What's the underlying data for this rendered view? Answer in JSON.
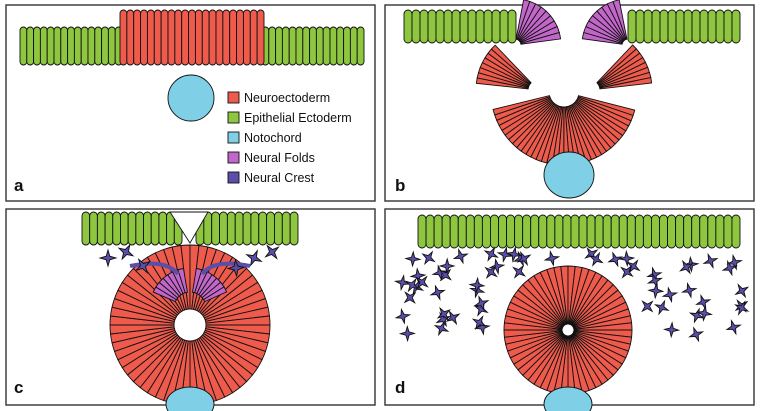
{
  "panels": [
    {
      "id": "a",
      "letter": "a"
    },
    {
      "id": "b",
      "letter": "b"
    },
    {
      "id": "c",
      "letter": "c"
    },
    {
      "id": "d",
      "letter": "d"
    }
  ],
  "legend": [
    {
      "label": "Neuroectoderm",
      "color": "#ee5a4c"
    },
    {
      "label": "Epithelial Ectoderm",
      "color": "#8ec63f"
    },
    {
      "label": "Notochord",
      "color": "#7fd0e6"
    },
    {
      "label": "Neural Folds",
      "color": "#c266c9"
    },
    {
      "label": "Neural Crest",
      "color": "#5a4eaa"
    }
  ],
  "colors": {
    "neuroectoderm": "#ee5a4c",
    "epithelial_ectoderm": "#8ec63f",
    "notochord": "#7fd0e6",
    "neural_folds": "#c266c9",
    "neural_crest": "#5a4eaa",
    "outline": "#111111"
  }
}
